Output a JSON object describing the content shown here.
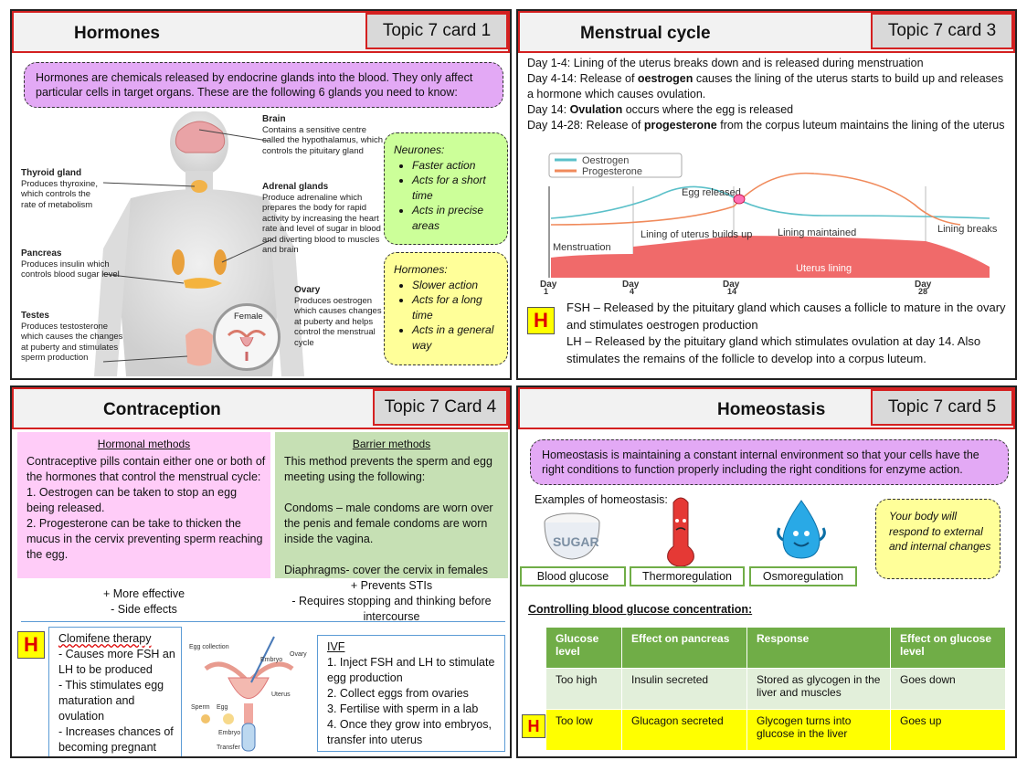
{
  "hormones": {
    "title": "Hormones",
    "topic": "Topic 7 card 1",
    "intro": "Hormones are chemicals released by endocrine glands into the blood. They only affect particular cells in target organs. These are the following 6 glands you need to know:",
    "brain_title": "Brain",
    "brain_text": "Contains a sensitive centre called the hypothalamus, which controls the pituitary gland",
    "thyroid_title": "Thyroid gland",
    "thyroid_text": "Produces thyroxine, which controls the rate of metabolism",
    "adrenal_title": "Adrenal glands",
    "adrenal_text": "Produce adrenaline which prepares the body for rapid activity by increasing the heart rate and level of sugar in blood and diverting blood to muscles and brain",
    "pancreas_title": "Pancreas",
    "pancreas_text": "Produces insulin which controls blood sugar level",
    "ovary_title": "Ovary",
    "ovary_text": "Produces oestrogen which causes changes at puberty and helps control the menstrual cycle",
    "testes_title": "Testes",
    "testes_text": "Produces testosterone which causes the changes at puberty and stimulates sperm production",
    "female_label": "Female",
    "neurones_title": "Neurones:",
    "neurones_items": [
      "Faster action",
      "Acts for a short time",
      "Acts in precise areas"
    ],
    "hormones_title": "Hormones:",
    "hormones_items": [
      "Slower action",
      "Acts for a long time",
      "Acts in a general way"
    ]
  },
  "menstrual": {
    "title": "Menstrual cycle",
    "topic": "Topic 7 card 3",
    "line1": "Day 1-4: Lining of the uterus breaks down and is released during menstruation",
    "line2_pre": "Day 4-14: Release of ",
    "line2_bold": "oestrogen",
    "line2_post": " causes the lining of the uterus starts to build up and releases a hormone which causes ovulation.",
    "line3_pre": "Day 14: ",
    "line3_bold": "Ovulation",
    "line3_post": " occurs where the egg is released",
    "line4_pre": "Day 14-28: Release of ",
    "line4_bold": "progesterone",
    "line4_post": " from the corpus luteum maintains the lining of the uterus",
    "legend_oestrogen": "Oestrogen",
    "legend_progesterone": "Progesterone",
    "egg_label": "Egg released",
    "phase_menstruation": "Menstruation",
    "phase_buildup": "Lining of uterus builds up",
    "phase_maintained": "Lining maintained",
    "phase_breaks": "Lining breaks down",
    "uterus_lining": "Uterus lining",
    "days": [
      {
        "top": "Day",
        "bottom": "1"
      },
      {
        "top": "Day",
        "bottom": "4"
      },
      {
        "top": "Day",
        "bottom": "14"
      },
      {
        "top": "Day",
        "bottom": "28"
      }
    ],
    "h": "H",
    "fsh": "FSH – Released by the pituitary gland which causes a follicle to mature in the ovary and stimulates oestrogen production",
    "lh": "LH – Released by the pituitary gland which stimulates ovulation at day 14. Also stimulates the remains of the follicle to develop into a corpus luteum."
  },
  "contraception": {
    "title": "Contraception",
    "topic": "Topic 7 Card 4",
    "hormonal_title": "Hormonal methods",
    "hormonal_intro": "Contraceptive pills contain either one or both of the hormones that control the menstrual cycle:",
    "hormonal_1": "1. Oestrogen can be taken to stop an egg being released.",
    "hormonal_2": "2. Progesterone can be take to thicken the mucus in the cervix preventing sperm reaching the egg.",
    "hormonal_plus": "+ More effective",
    "hormonal_minus": "- Side effects",
    "barrier_title": "Barrier methods",
    "barrier_intro": "This method prevents the sperm and egg meeting using the following:",
    "barrier_condoms": "Condoms – male condoms are worn over the penis and female condoms are worn inside the vagina.",
    "barrier_diaphragms": "Diaphragms- cover the cervix in females",
    "barrier_plus": "+ Prevents STIs",
    "barrier_minus": "- Requires stopping and thinking before intercourse",
    "h": "H",
    "clomifene_title": "Clomifene therapy",
    "clomifene_items": [
      "- Causes more FSH an LH to be produced",
      "- This stimulates egg maturation and ovulation",
      "- Increases chances of becoming pregnant"
    ],
    "ivf_labels": {
      "egg_collection": "Egg collection",
      "embryo": "Embryo",
      "ovary": "Ovary",
      "uterus": "Uterus",
      "sperm": "Sperm",
      "egg": "Egg",
      "embryo2": "Embryo",
      "transfer": "Transfer"
    },
    "ivf_title": "IVF",
    "ivf_items": [
      "1. Inject FSH and LH to stimulate egg production",
      "2. Collect eggs from ovaries",
      "3. Fertilise with sperm in a lab",
      "4. Once they grow into embryos, transfer into uterus"
    ]
  },
  "homeostasis": {
    "title": "Homeostasis",
    "topic": "Topic 7 card 5",
    "intro": "Homeostasis is maintaining a constant internal environment so that your cells have the right conditions to function properly including the right conditions for enzyme action.",
    "examples_label": "Examples of homeostasis:",
    "sugar_word": "SUGAR",
    "ex_blood": "Blood glucose",
    "ex_thermo": "Thermoregulation",
    "ex_osmo": "Osmoregulation",
    "note": "Your body will respond to external and internal changes",
    "controlling": "Controlling blood glucose concentration:",
    "table_headers": [
      "Glucose level",
      "Effect on pancreas",
      "Response",
      "Effect on glucose level"
    ],
    "table_rows": [
      [
        "Too high",
        "Insulin secreted",
        "Stored as glycogen in the liver and muscles",
        "Goes down"
      ],
      [
        "Too low",
        "Glucagon secreted",
        "Glycogen turns into glucose in the liver",
        "Goes up"
      ]
    ],
    "h": "H"
  },
  "colors": {
    "header_border": "#d42020",
    "purple_box": "#e3a9f5",
    "green_box": "#ccff99",
    "yellow_box": "#ffff99",
    "pink_panel": "#ffccf8",
    "green_panel": "#c6e0b4",
    "table_head": "#70ad47",
    "table_row1": "#e2efda",
    "table_row2": "#ffff00"
  }
}
